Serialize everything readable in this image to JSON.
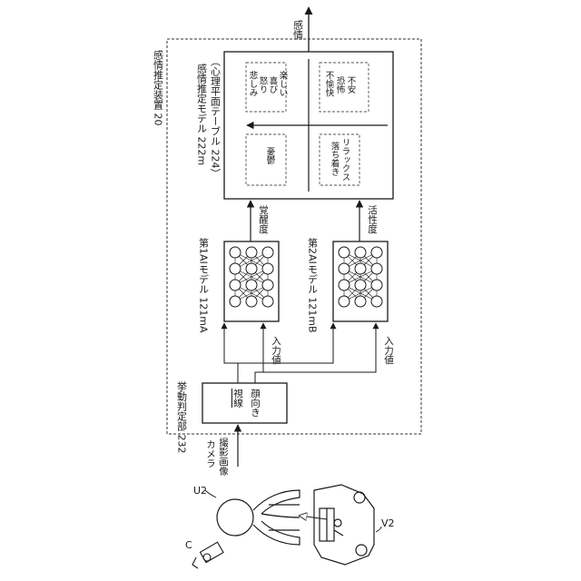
{
  "labels": {
    "output": "感情",
    "device": "感情推定装置 20",
    "model_title_line1": "感情推定モデル 222m",
    "model_title_line2": "（心理平面テーブル 224）",
    "q_top_left": [
      "楽しい",
      "喜び",
      "怒り",
      "悲しみ"
    ],
    "q_top_right": [
      "不安",
      "恐怖",
      "不愉快"
    ],
    "q_bottom_left": [
      "憂鬱"
    ],
    "q_bottom_right": [
      "リラックス",
      "落ち着き"
    ],
    "arousal": "覚醒度",
    "activity": "活性度",
    "ai1": "第1AIモデル 121mA",
    "ai2": "第2AIモデル 121mB",
    "input1": "入力値",
    "input2": "入力値",
    "behavior": "挙動判定部 232",
    "gaze": "視線",
    "face": "顔向き",
    "camera_line1": "カメラ",
    "camera_line2": "撮影画像",
    "user": "U2",
    "camera_ref": "C",
    "vehicle": "V2"
  }
}
